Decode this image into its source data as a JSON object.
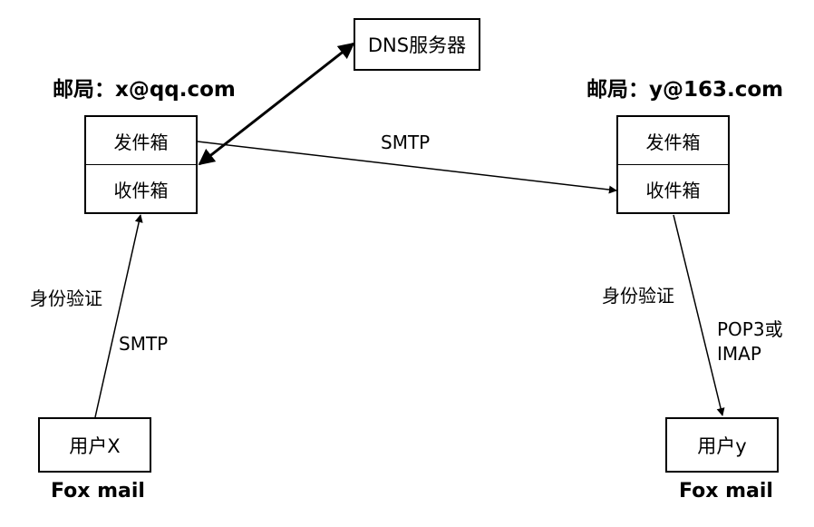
{
  "dns_server": {
    "label": "DNS服务器"
  },
  "post_office_left": {
    "title": "邮局：x@qq.com",
    "outbox": "发件箱",
    "inbox": "收件箱"
  },
  "post_office_right": {
    "title": "邮局：y@163.com",
    "outbox": "发件箱",
    "inbox": "收件箱"
  },
  "user_left": {
    "label": "用户X",
    "client": "Fox mail"
  },
  "user_right": {
    "label": "用户y",
    "client": "Fox mail"
  },
  "edges": {
    "relay_protocol": "SMTP",
    "left_auth": "身份验证",
    "left_protocol": "SMTP",
    "right_auth": "身份验证",
    "right_protocol_line1": "POP3或",
    "right_protocol_line2": "IMAP"
  },
  "colors": {
    "stroke": "#000000",
    "background": "#ffffff"
  }
}
